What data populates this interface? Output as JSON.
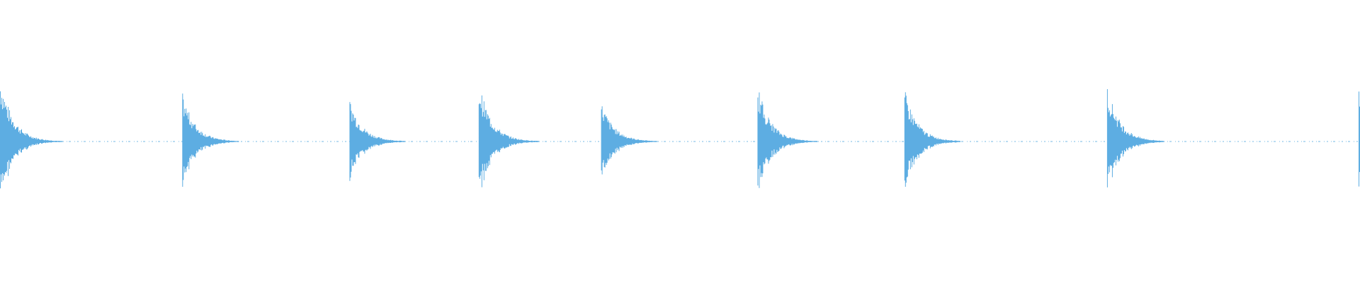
{
  "waveform": {
    "color": "#5dade2",
    "background": "#ffffff",
    "duration_fraction_peaks": [
      0.0,
      0.134,
      0.257,
      0.352,
      0.442,
      0.557,
      0.665,
      0.814,
      0.999
    ],
    "peak_amplitudes": [
      0.46,
      0.34,
      0.3,
      0.42,
      0.28,
      0.4,
      0.37,
      0.4,
      0.42
    ],
    "decay": 0.0095
  }
}
